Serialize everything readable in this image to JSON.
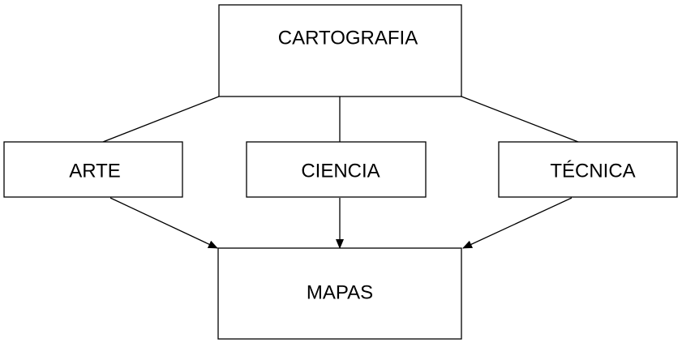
{
  "diagram": {
    "nodes": {
      "root": {
        "label": "CARTOGRAFIA"
      },
      "left": {
        "label": "ARTE"
      },
      "middle": {
        "label": "CIENCIA"
      },
      "right": {
        "label": "TÉCNICA"
      },
      "result": {
        "label": "MAPAS"
      }
    },
    "edges": [
      {
        "from": "root",
        "to": "left",
        "arrow": false
      },
      {
        "from": "root",
        "to": "middle",
        "arrow": false
      },
      {
        "from": "root",
        "to": "right",
        "arrow": false
      },
      {
        "from": "left",
        "to": "result",
        "arrow": true
      },
      {
        "from": "middle",
        "to": "result",
        "arrow": true
      },
      {
        "from": "right",
        "to": "result",
        "arrow": true
      }
    ],
    "colors": {
      "line": "#000000",
      "box_fill": "#ffffff",
      "text": "#000000"
    }
  }
}
